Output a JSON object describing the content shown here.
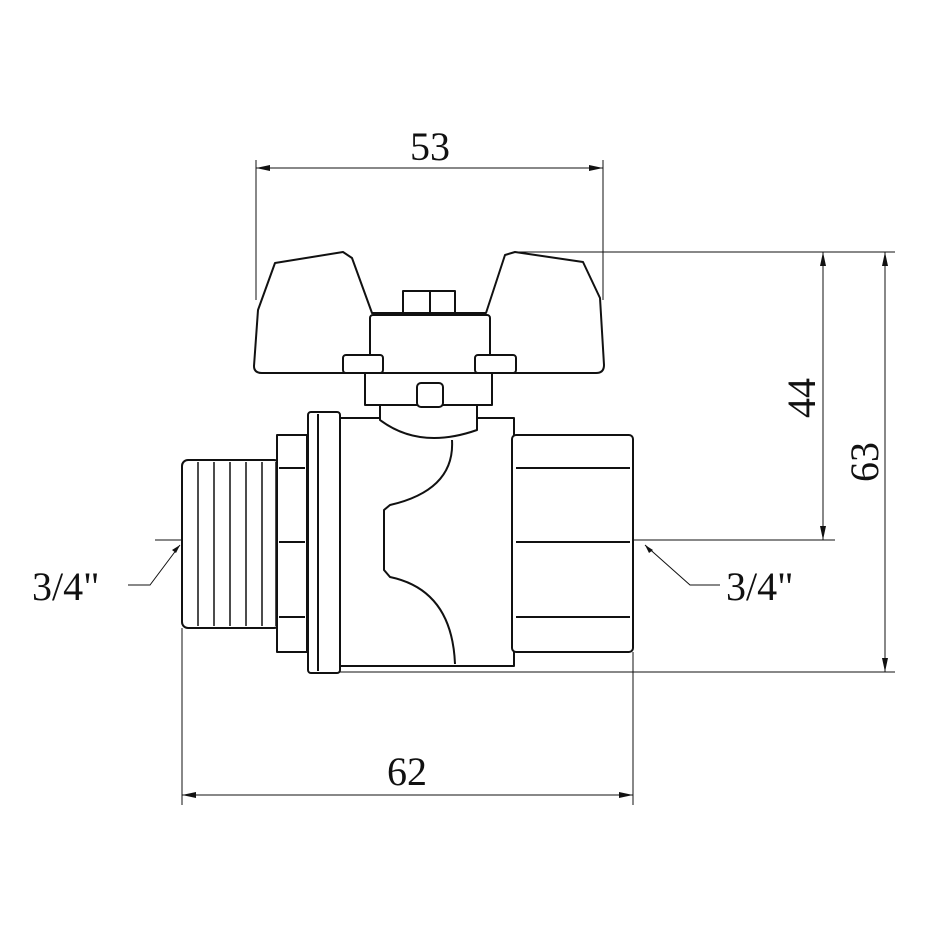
{
  "dimensions": {
    "handle_width": "53",
    "axis_to_handle_top": "44",
    "total_height": "63",
    "total_length": "62",
    "inlet_thread": "3/4\"",
    "outlet_thread": "3/4\""
  },
  "colors": {
    "line": "#111111",
    "background": "#ffffff"
  }
}
